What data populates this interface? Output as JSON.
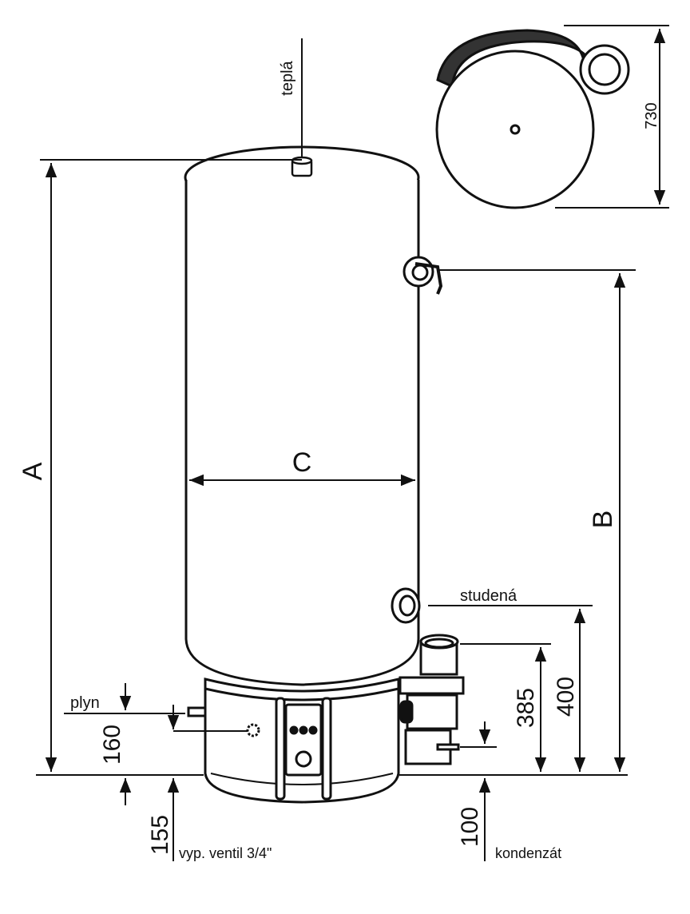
{
  "labels": {
    "hot": "teplá",
    "cold": "studená",
    "gas": "plyn",
    "drain_valve": "vyp. ventil 3/4\"",
    "condensate": "kondenzát"
  },
  "dimensions": {
    "A": "A",
    "B": "B",
    "C": "C",
    "depth": "730",
    "gas_height": "160",
    "drain_height": "155",
    "cold_height": "400",
    "flue_height": "385",
    "condensate_height": "100"
  }
}
